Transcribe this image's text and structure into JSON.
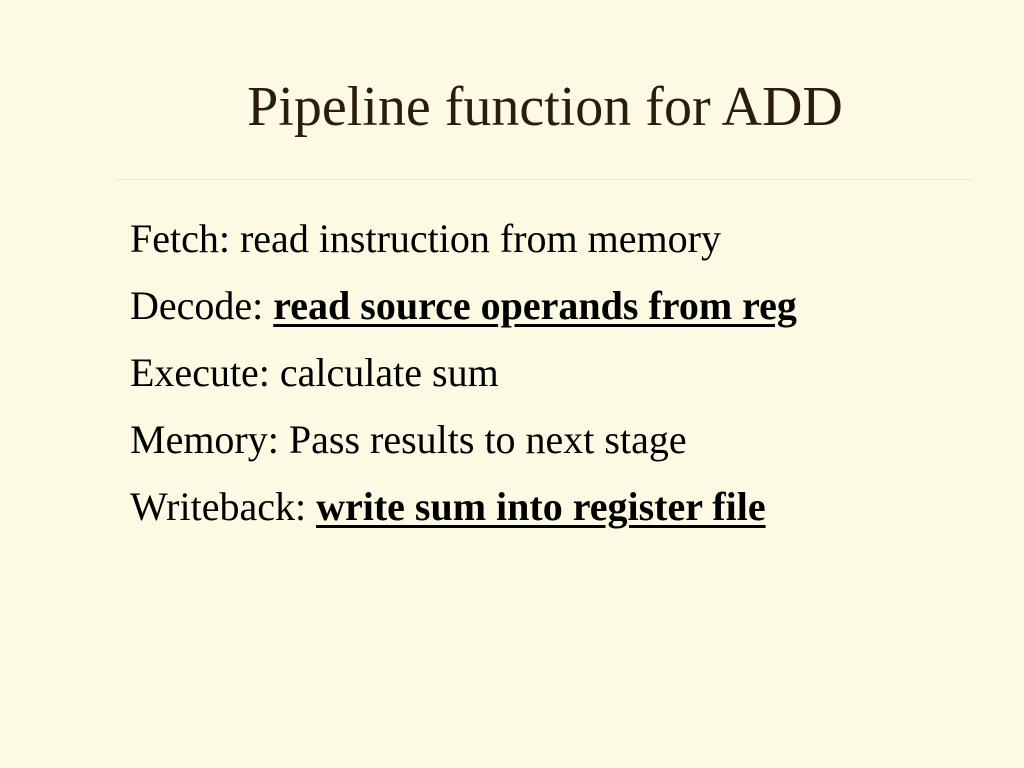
{
  "slide": {
    "title": "Pipeline function for ADD",
    "bullets": [
      {
        "label": "Fetch:",
        "text": "read instruction from memory",
        "emphasis": false
      },
      {
        "label": "Decode:",
        "text": "read source operands from reg",
        "emphasis": true
      },
      {
        "label": "Execute:",
        "text": "calculate sum",
        "emphasis": false
      },
      {
        "label": "Memory:",
        "text": "Pass results to next stage",
        "emphasis": false
      },
      {
        "label": "Writeback:",
        "text": "write sum into register file",
        "emphasis": true
      }
    ]
  },
  "colors": {
    "background": "#fdfae3",
    "title": "#2b1d0e",
    "body_text": "#000000"
  }
}
